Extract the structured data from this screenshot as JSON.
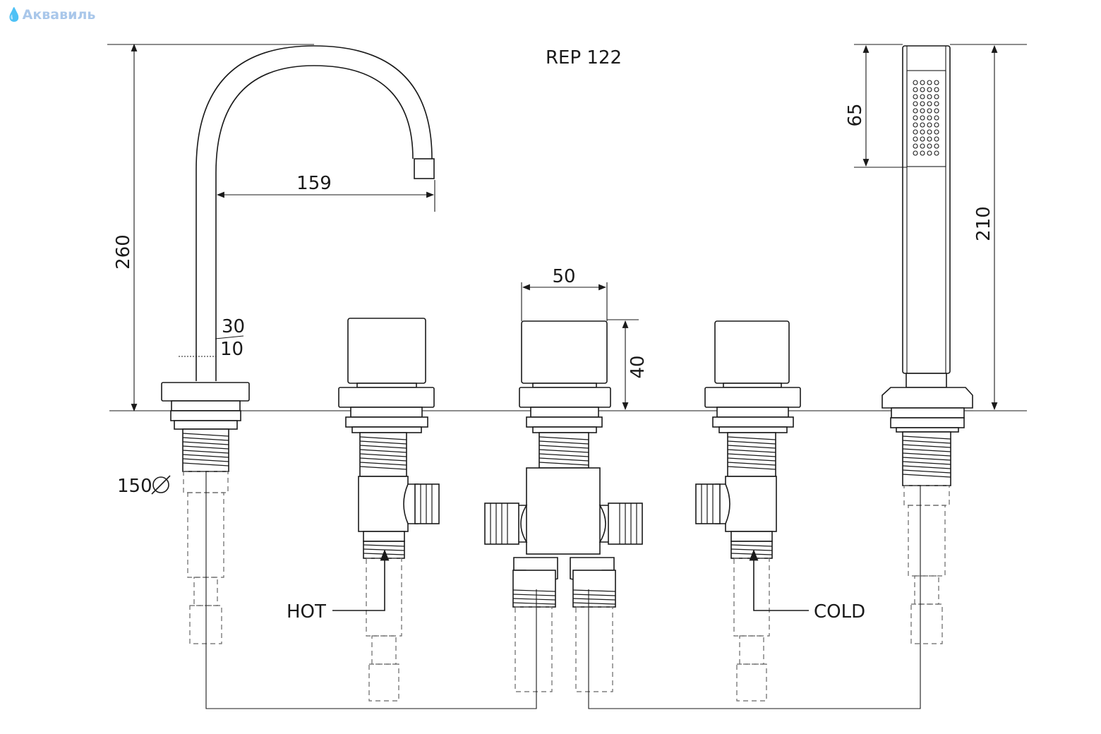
{
  "watermark": {
    "text": "Аквавиль",
    "color": "#a9c7ea"
  },
  "drawing": {
    "model": "REP 122",
    "dimensions": {
      "spout_height": "260",
      "spout_reach": "159",
      "spout_pipe_outer": "30",
      "spout_pipe_inner": "10",
      "hole_diameter": "150",
      "handle_width": "50",
      "handle_height": "40",
      "shower_head_length": "65",
      "shower_height": "210"
    },
    "callouts": {
      "hot": "HOT",
      "cold": "COLD"
    },
    "symbols": {
      "diameter": "∅"
    }
  }
}
